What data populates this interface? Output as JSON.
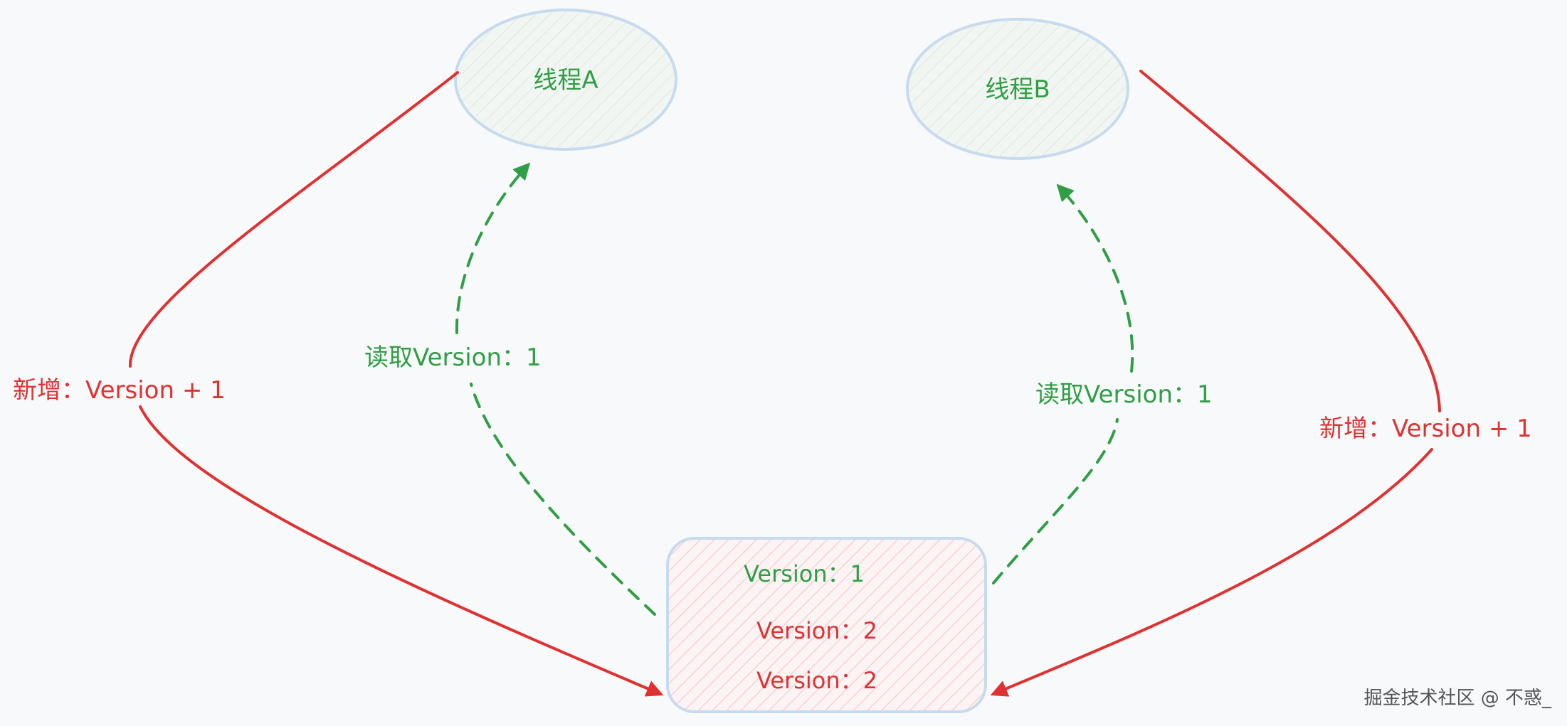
{
  "nodes": {
    "thread_a": {
      "label": "线程A"
    },
    "thread_b": {
      "label": "线程B"
    },
    "store": {
      "lines": [
        "Version：1",
        "Version：2",
        "Version：2"
      ]
    }
  },
  "edges": {
    "left_write_label": "新增：Version + 1",
    "left_read_label": "读取Version：1",
    "right_read_label": "读取Version：1",
    "right_write_label": "新增：Version + 1"
  },
  "watermark": "掘金技术社区 @ 不惑_",
  "colors": {
    "write": "#e03131",
    "read": "#2f9e44",
    "node_stroke": "#c7dbee",
    "node_fill": "#eef3ef",
    "store_hatch": "#f4b8b8",
    "watermark": "#555555"
  }
}
